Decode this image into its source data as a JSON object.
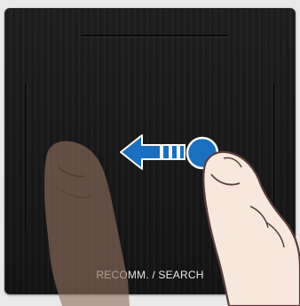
{
  "touchpad": {
    "bottom_label": "RECOMM. / SEARCH"
  },
  "gesture": {
    "direction": "left",
    "type": "swipe"
  },
  "colors": {
    "panel": "#181818",
    "arrow": "#1a6fc0",
    "finger_dot": "#1a6fc0",
    "hand_skin": "#f7e7dc",
    "hand_outline": "#5a3d3a",
    "ghost_hand": "#8f6f5c"
  }
}
